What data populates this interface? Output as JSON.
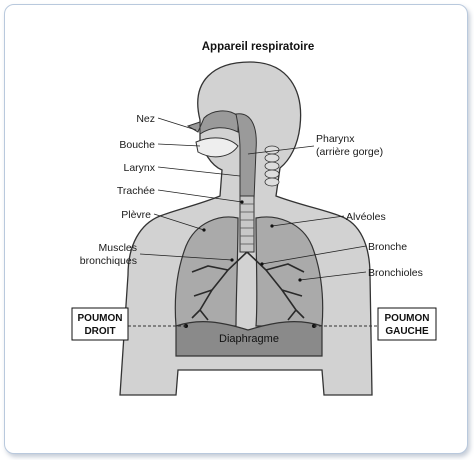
{
  "title": "Appareil respiratoire",
  "labels": {
    "nez": "Nez",
    "bouche": "Bouche",
    "larynx": "Larynx",
    "trachee": "Trachée",
    "plevre": "Plèvre",
    "muscles_line1": "Muscles",
    "muscles_line2": "bronchiques",
    "pharynx_line1": "Pharynx",
    "pharynx_line2": "(arrière gorge)",
    "alveoles": "Alvéoles",
    "bronche": "Bronche",
    "bronchioles": "Bronchioles",
    "diaphragme": "Diaphragme"
  },
  "boxes": {
    "droit_line1": "POUMON",
    "droit_line2": "DROIT",
    "gauche_line1": "POUMON",
    "gauche_line2": "GAUCHE"
  },
  "colors": {
    "body": "#d2d2d2",
    "lung": "#aaaaaa",
    "dark": "#6e6e6e",
    "frame": "#b9c9dd"
  }
}
